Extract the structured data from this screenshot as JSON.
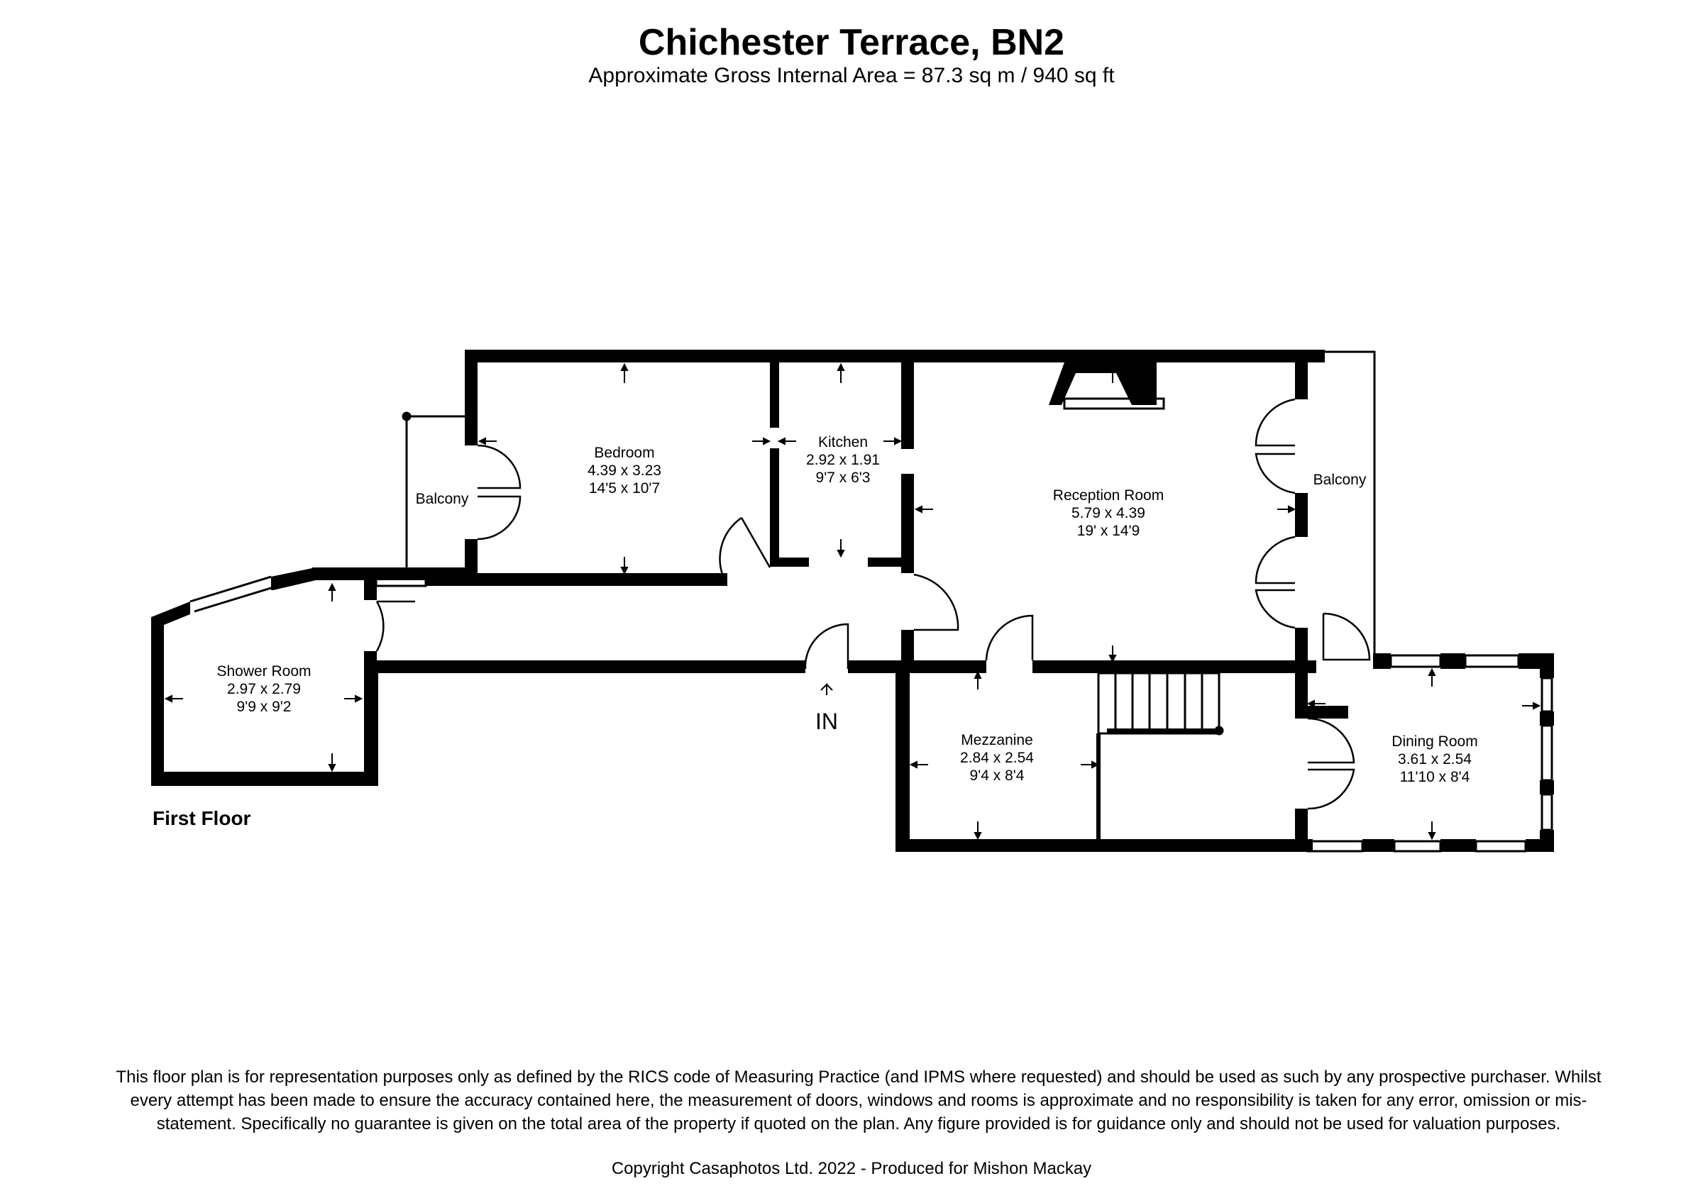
{
  "header": {
    "title": "Chichester Terrace, BN2",
    "subtitle": "Approximate Gross Internal Area = 87.3 sq m / 940 sq ft"
  },
  "plan": {
    "floor_label": "First Floor",
    "entrance_label": "IN",
    "rooms": {
      "bedroom": {
        "name": "Bedroom",
        "metric": "4.39 x 3.23",
        "imperial": "14'5 x 10'7"
      },
      "kitchen": {
        "name": "Kitchen",
        "metric": "2.92 x 1.91",
        "imperial": "9'7 x 6'3"
      },
      "reception": {
        "name": "Reception Room",
        "metric": "5.79 x 4.39",
        "imperial": "19' x 14'9"
      },
      "shower": {
        "name": "Shower Room",
        "metric": "2.97 x 2.79",
        "imperial": "9'9 x 9'2"
      },
      "mezzanine": {
        "name": "Mezzanine",
        "metric": "2.84 x 2.54",
        "imperial": "9'4 x 8'4"
      },
      "dining": {
        "name": "Dining Room",
        "metric": "3.61 x 2.54",
        "imperial": "11'10 x 8'4"
      },
      "balcony_left": {
        "name": "Balcony"
      },
      "balcony_right": {
        "name": "Balcony"
      }
    }
  },
  "footer": {
    "disclaimer": "This floor plan is for representation purposes only as defined by the RICS code of Measuring Practice (and IPMS where requested) and should be used as such by any prospective purchaser. Whilst every attempt has been made to ensure the accuracy contained here, the measurement of doors, windows and rooms is approximate and no responsibility is taken for any error, omission or mis-statement. Specifically no guarantee is given on the total area of the property if quoted on the plan. Any figure provided is for guidance only and should not be used for valuation purposes.",
    "copyright": "Copyright Casaphotos Ltd. 2022 - Produced for Mishon Mackay"
  }
}
